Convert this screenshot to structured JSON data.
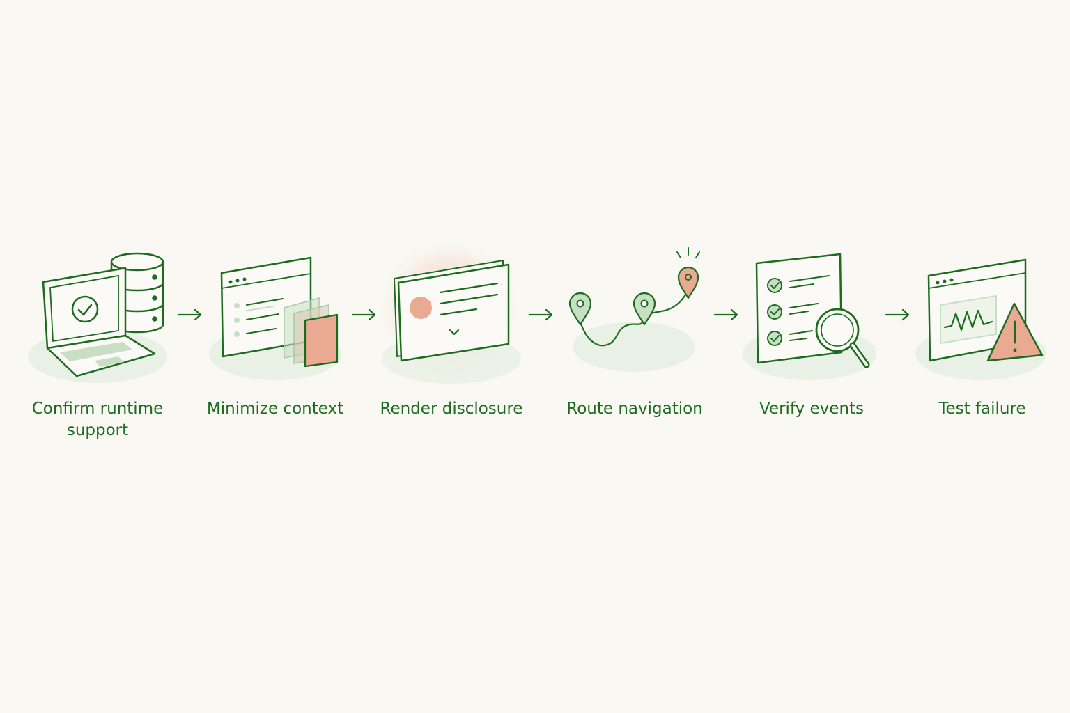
{
  "colors": {
    "background": "#f9f8f3",
    "stroke": "#1c6b1f",
    "light_green": "#c8dfc5",
    "pale_green": "#e6efe2",
    "accent_salmon": "#e9a993",
    "label": "#1c6b1f"
  },
  "steps": [
    {
      "id": "confirm-runtime-support",
      "label_lines": [
        "Confirm runtime",
        "support"
      ],
      "icon": "laptop-with-database-check-icon"
    },
    {
      "id": "minimize-context",
      "label_lines": [
        "Minimize context"
      ],
      "icon": "browser-window-with-stacked-layers-icon"
    },
    {
      "id": "render-disclosure",
      "label_lines": [
        "Render disclosure"
      ],
      "icon": "disclosure-card-icon"
    },
    {
      "id": "route-navigation",
      "label_lines": [
        "Route navigation"
      ],
      "icon": "map-route-pins-icon"
    },
    {
      "id": "verify-events",
      "label_lines": [
        "Verify events"
      ],
      "icon": "checklist-with-magnifier-icon"
    },
    {
      "id": "test-failure",
      "label_lines": [
        "Test failure"
      ],
      "icon": "monitor-waveform-warning-icon"
    }
  ],
  "connectors": [
    "arrow-right-icon",
    "arrow-right-icon",
    "arrow-right-icon",
    "arrow-right-icon",
    "arrow-right-icon"
  ]
}
